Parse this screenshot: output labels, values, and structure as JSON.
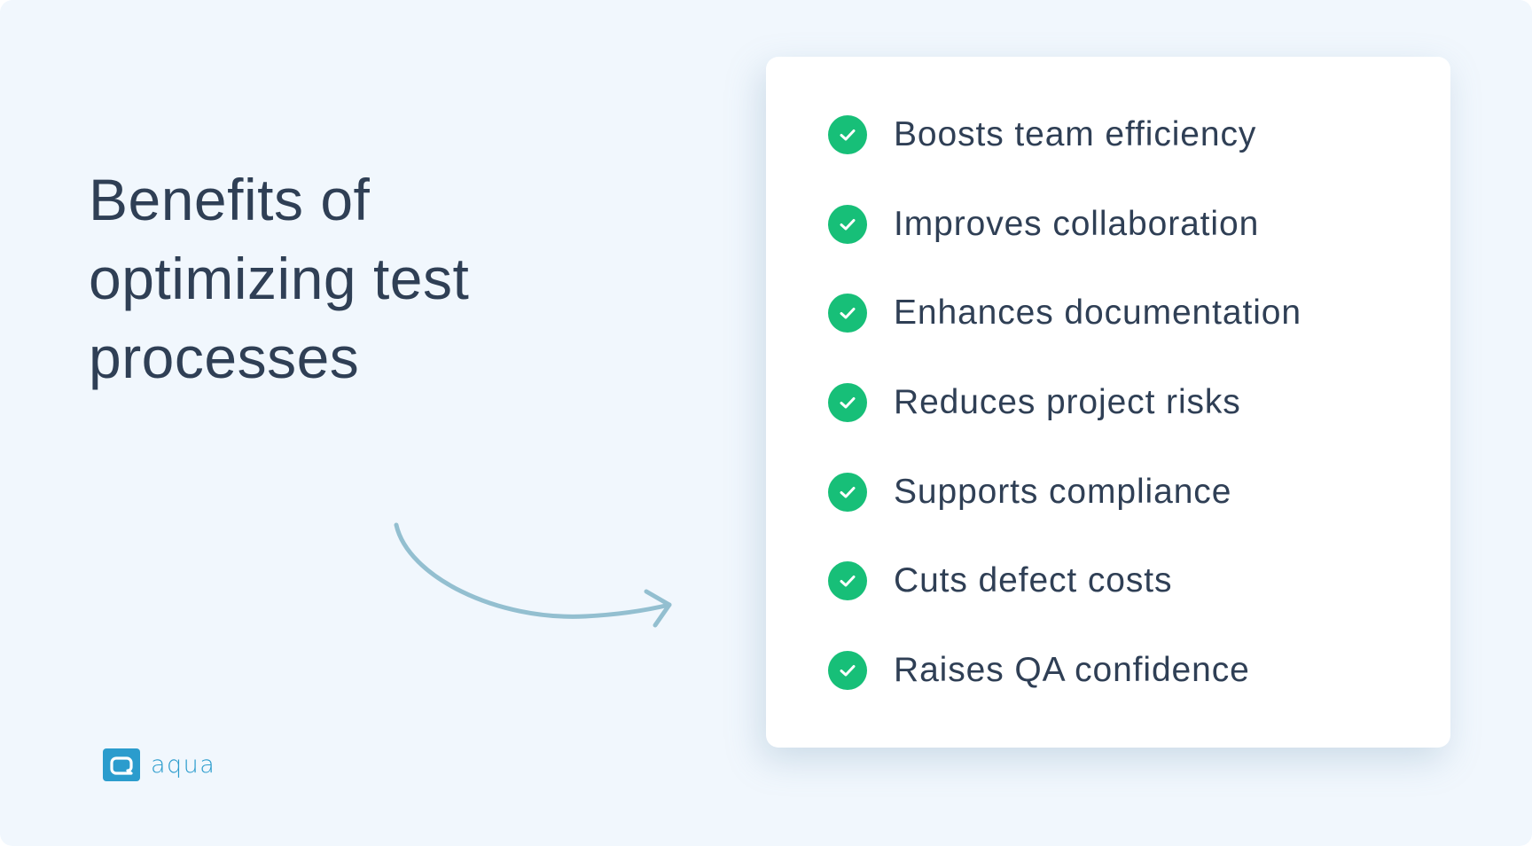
{
  "heading": {
    "lines": [
      "Benefits of",
      "optimizing test",
      "processes"
    ]
  },
  "benefits": {
    "items": [
      {
        "label": "Boosts team efficiency",
        "icon": "check-circle-icon"
      },
      {
        "label": "Improves collaboration",
        "icon": "check-circle-icon"
      },
      {
        "label": "Enhances documentation",
        "icon": "check-circle-icon"
      },
      {
        "label": "Reduces project risks",
        "icon": "check-circle-icon"
      },
      {
        "label": "Supports compliance",
        "icon": "check-circle-icon"
      },
      {
        "label": "Cuts defect costs",
        "icon": "check-circle-icon"
      },
      {
        "label": "Raises QA confidence",
        "icon": "check-circle-icon"
      }
    ]
  },
  "logo": {
    "text": "aqua",
    "icon": "aqua-logo-icon"
  },
  "colors": {
    "background": "#f1f7fd",
    "card": "#ffffff",
    "text": "#2f3f55",
    "check": "#17bf78",
    "arrow": "#93bfd0",
    "brand": "#2b9ccd"
  }
}
